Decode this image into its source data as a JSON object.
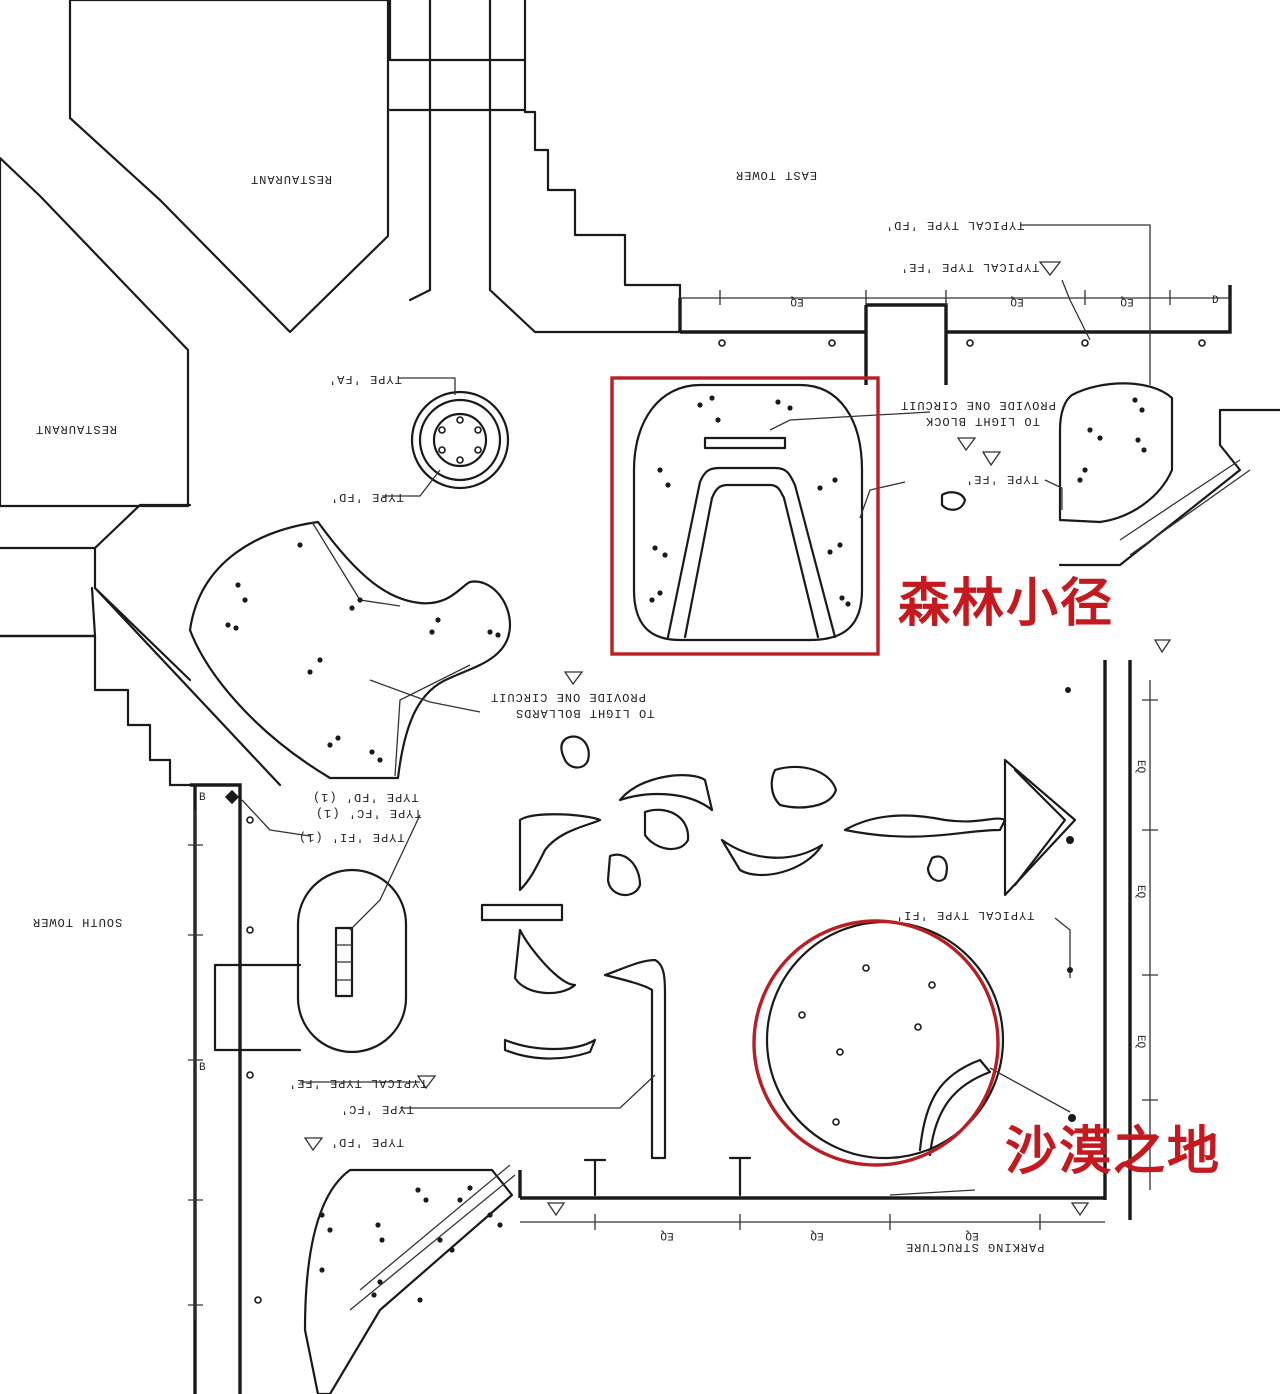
{
  "highlights": {
    "forest": {
      "label": "森林小径",
      "color": "#b81e22"
    },
    "desert": {
      "label": "沙漠之地",
      "color": "#b81e22"
    }
  },
  "notes": {
    "restaurant_top": "RESTAURANT",
    "restaurant_left": "RESTAURANT",
    "east_tower": "EAST TOWER",
    "south_tower": "SOUTH TOWER",
    "parking": "PARKING STRUCTURE",
    "typical_fd_top": "TYPICAL TYPE 'FD'",
    "typical_fe_top": "TYPICAL TYPE 'FE'",
    "type_fa": "TYPE 'FA'",
    "type_fd_left": "TYPE 'FD'",
    "circuit_forest_1": "PROVIDE ONE CIRCUIT",
    "circuit_forest_2": "TO LIGHT BLOCK",
    "type_fe_right": "TYPE 'FE'",
    "circuit_plant_1": "PROVIDE ONE CIRCUIT",
    "circuit_plant_2": "TO LIGHT BOLLARDS",
    "type_fd_fc": "TYPE 'FD' (1)",
    "type_fc": "TYPE 'FC' (1)",
    "type_fi": "TYPE 'FI' (1)",
    "typical_type_right": "TYPICAL TYPE 'FI'",
    "typical_type_fe_low": "TYPICAL TYPE 'FE'",
    "type_fc_low": "TYPE 'FC'",
    "type_fd_low": "TYPE 'FD'"
  },
  "dims": {
    "eq": "EQ",
    "b": "B",
    "d": "D"
  }
}
